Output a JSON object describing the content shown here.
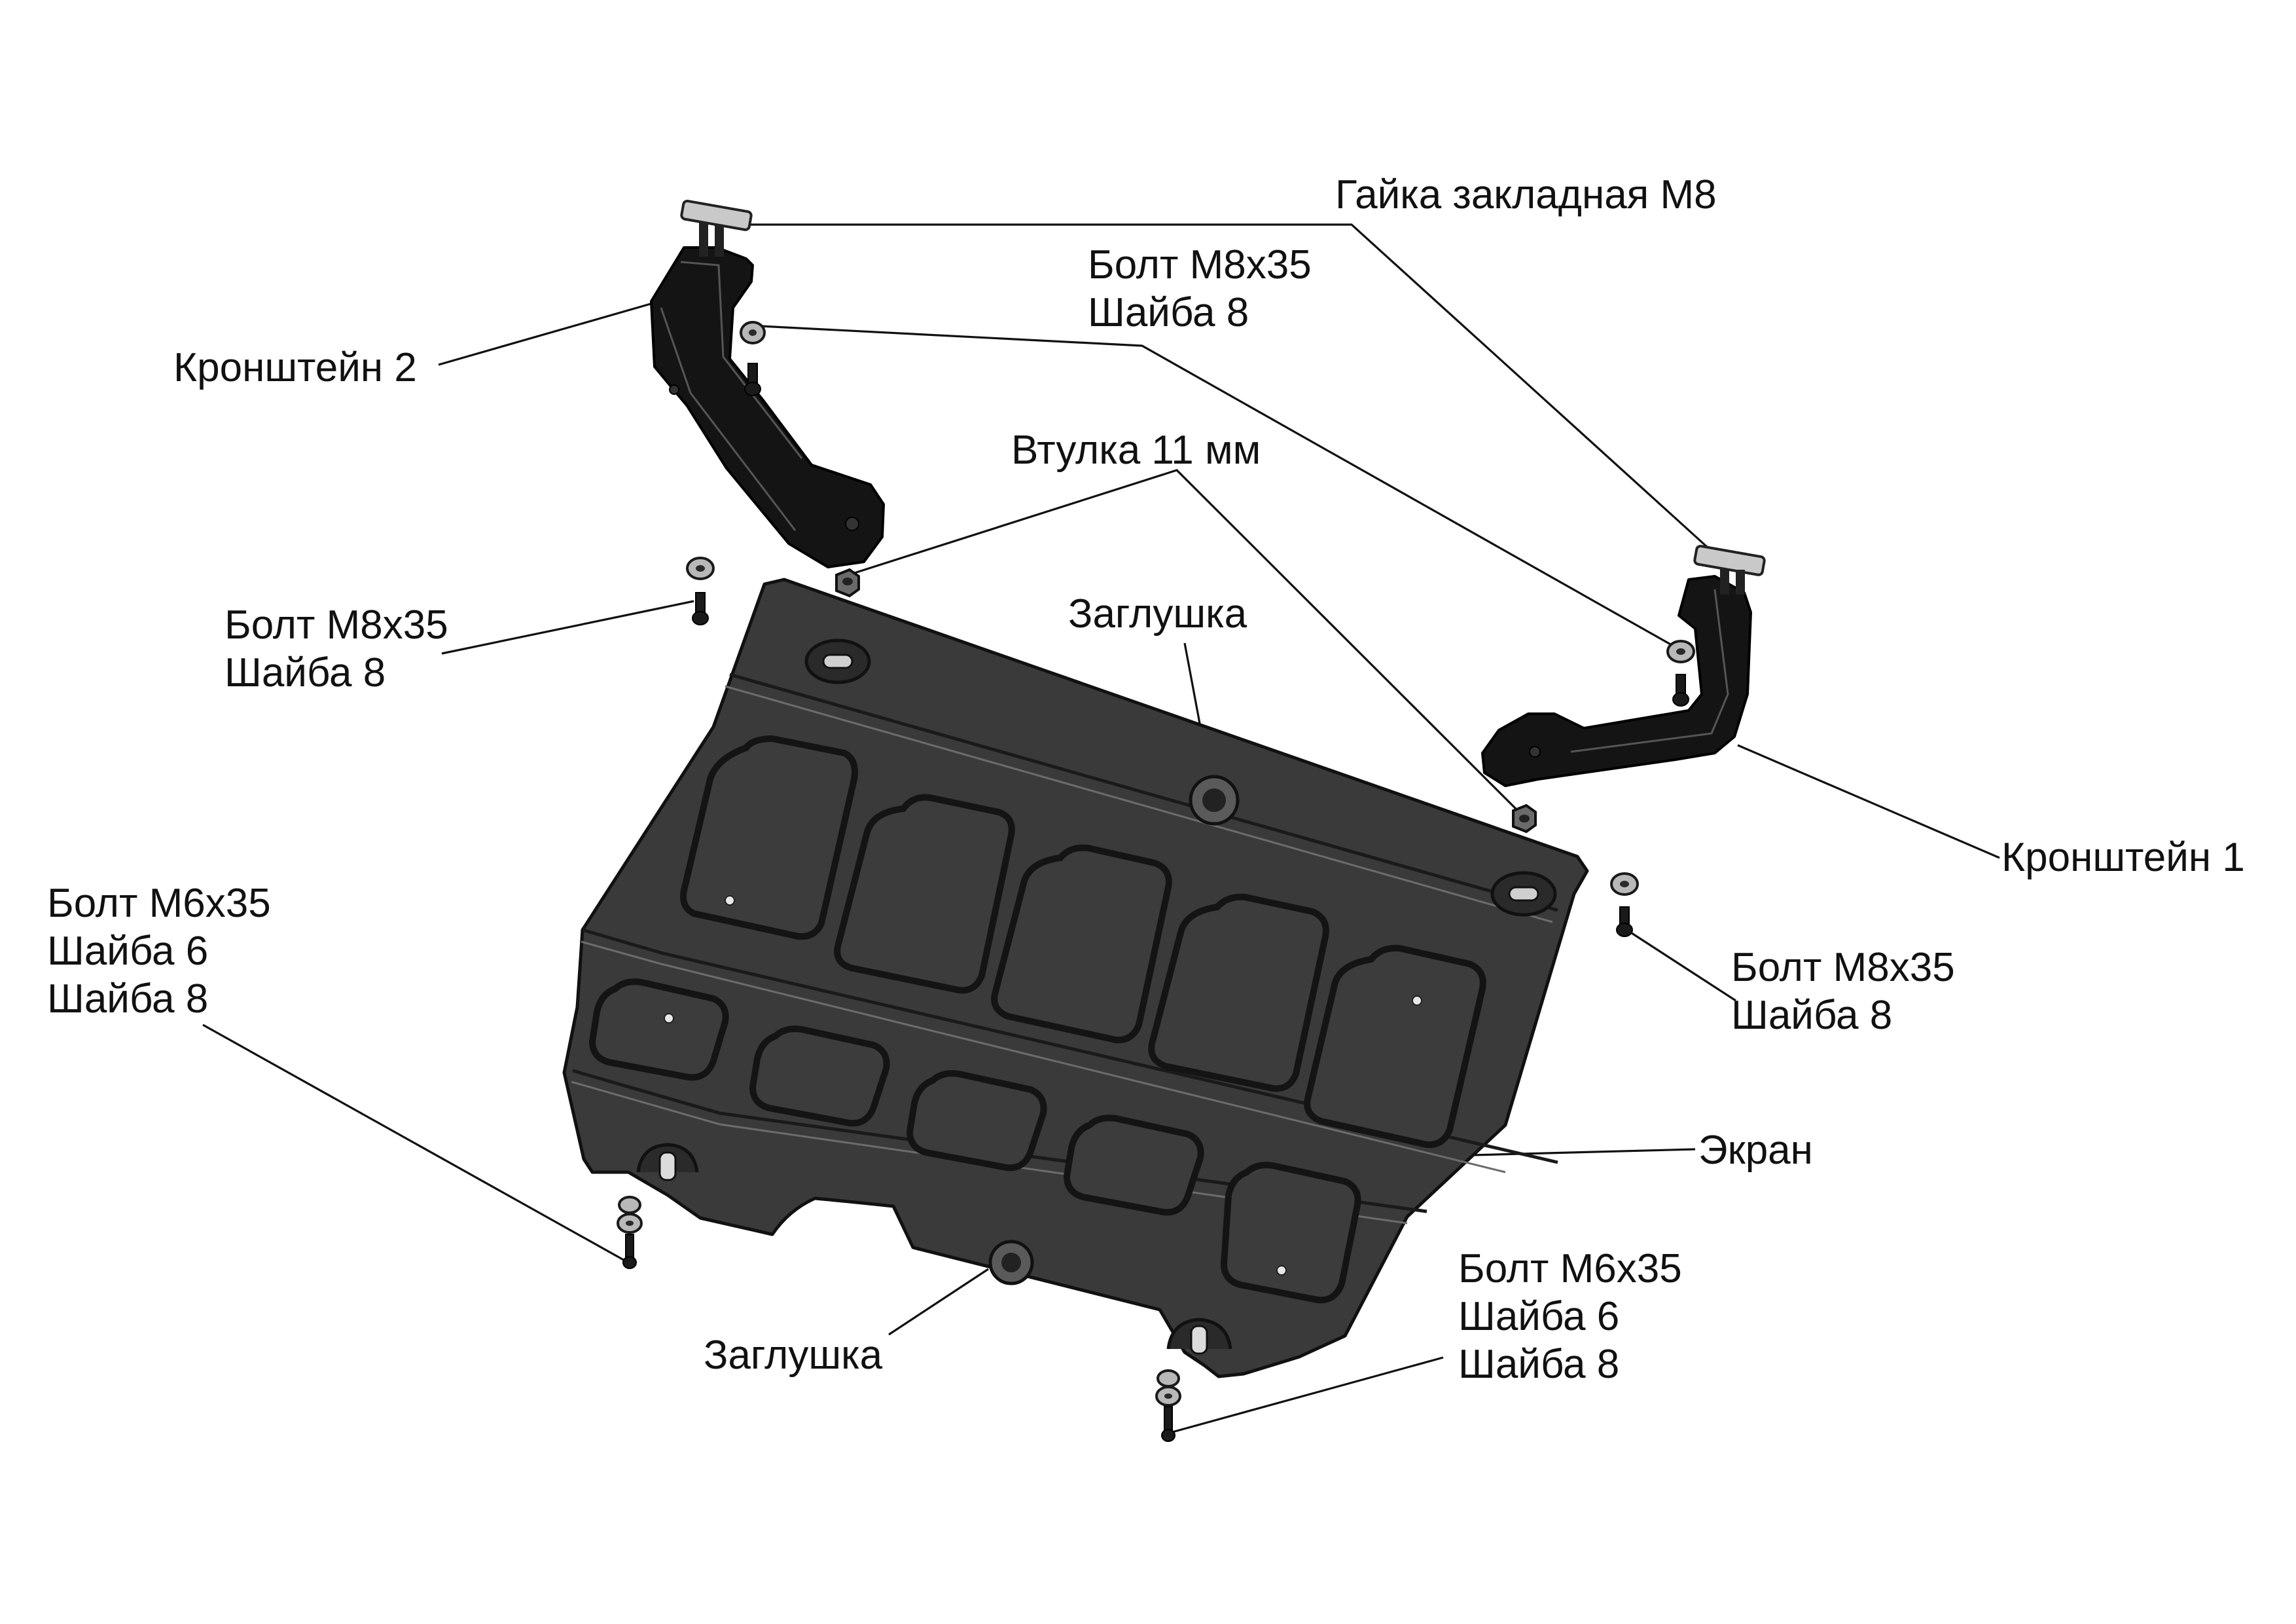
{
  "labels": {
    "gaika": "Гайка закладная М8",
    "bolt_top": [
      "Болт М8х35",
      "Шайба 8"
    ],
    "kronshtein2": "Кронштейн 2",
    "vtulka": "Втулка 11 мм",
    "bolt_left": [
      "Болт М8х35",
      "Шайба 8"
    ],
    "zaglushka_top": "Заглушка",
    "kronshtein1": "Кронштейн 1",
    "bolt_m6_left": [
      "Болт М6х35",
      "Шайба 6",
      "Шайба 8"
    ],
    "bolt_right": [
      "Болт М8х35",
      "Шайба 8"
    ],
    "ekran": "Экран",
    "bolt_m6_right": [
      "Болт М6х35",
      "Шайба 6",
      "Шайба 8"
    ],
    "zaglushka_bottom": "Заглушка"
  }
}
